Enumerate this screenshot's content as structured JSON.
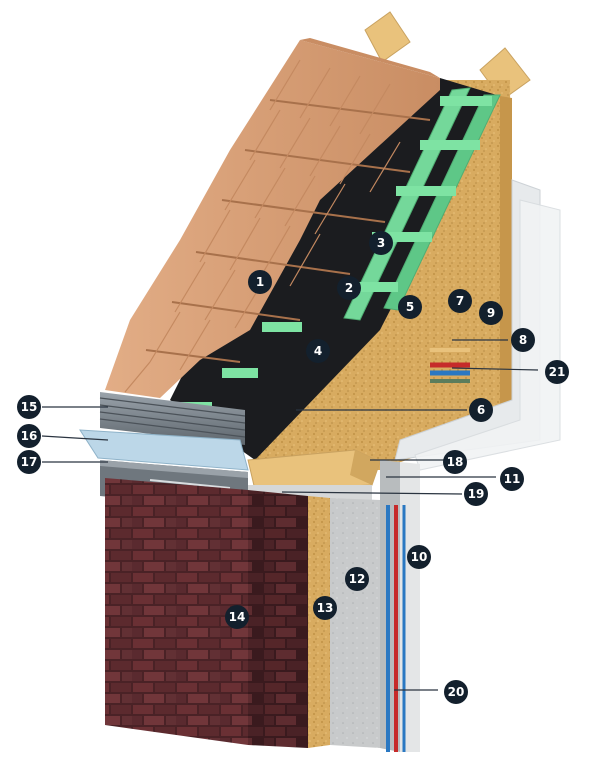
{
  "diagram": {
    "colors": {
      "tile": "#d79f77",
      "tile_shadow": "#b97e57",
      "membrane": "#1b1c1f",
      "batten": "#74d89a",
      "insulation": "#d9ad62",
      "timber": "#e9c27c",
      "vapour_film": "#e6e9ec",
      "brick": "#5a2a2e",
      "concrete": "#c9cbcc",
      "pipe_red": "#c62a2a",
      "pipe_blue": "#2a78c2",
      "marker": "#13202d"
    },
    "markers": [
      {
        "label": "1"
      },
      {
        "label": "2"
      },
      {
        "label": "3"
      },
      {
        "label": "4"
      },
      {
        "label": "5"
      },
      {
        "label": "6"
      },
      {
        "label": "7"
      },
      {
        "label": "8"
      },
      {
        "label": "9"
      },
      {
        "label": "10"
      },
      {
        "label": "11"
      },
      {
        "label": "12"
      },
      {
        "label": "13"
      },
      {
        "label": "14"
      },
      {
        "label": "15"
      },
      {
        "label": "16"
      },
      {
        "label": "17"
      },
      {
        "label": "18"
      },
      {
        "label": "19"
      },
      {
        "label": "20"
      },
      {
        "label": "21"
      }
    ]
  }
}
